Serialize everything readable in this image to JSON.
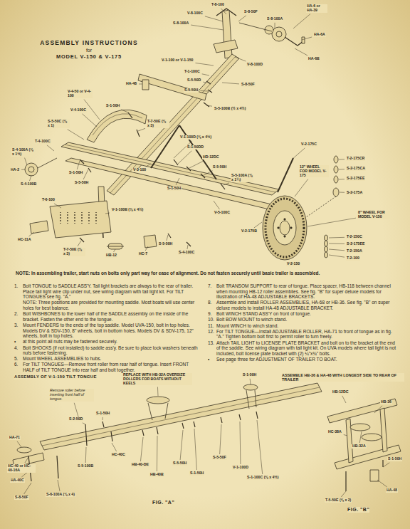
{
  "diagram": {
    "title": "ASSEMBLY INSTRUCTIONS",
    "labels": [
      "for",
      "MODEL V-150 & V-175",
      "NOTE: In assembling trailer, start nuts on bolts only part way for ease of alignment. Do not fasten securely until basic trailer is assembled.",
      "1.",
      "Bolt TONGUE to SADDLE ASS'Y. Tail light brackets are always to the rear of trailer. Place tail light wire clip under nut, see wiring diagram with tail light kit. For TILT TONGUES see fig. \"A.\"",
      "NOTE: Three positions are provided for mounting saddle. Most boats will use center holes for best balance.",
      "2.",
      "Bolt WISHBONES to the lower half of the SADDLE assembly on the inside of the bracket. Fasten the other end to the tongue.",
      "3.",
      "Mount FENDERS to the ends of the top saddle. Model UVA-150, bolt in top holes. Models DV & SDV-150, 8\" wheels, bolt in bottom holes. Models DV & SDV-175, 12\" wheels, bolt in top holes.",
      "•",
      "at this point all nuts may be fastened securely.",
      "4.",
      "Bolt SHOCKS (if not installed) to saddle ass'y. Be sure to place lock washers beneath nuts before fastening.",
      "5.",
      "Mount WHEEL ASSEMBLIES to hubs.",
      "6.",
      "For TILT TONGUES—Remove front roller from rear half of tongue. Insert FRONT HALF of TILT TONGUE into rear half and bolt together.",
      "7.",
      "Bolt TRANSOM SUPPORT to rear of tongue. Place spacer, HB-118 between channel when mounting HB-12 roller assemblies. See fig. \"B\" for super deluxe models for illustration of HA-48 ADJUSTABLE BRACKETS.",
      "8.",
      "Assemble and install ROLLER ASSEMBLIES, HA-68 or HB-36. See fig. \"B\" on super deluxe models to install HA-48 ADJUSTABLE BRACKET.",
      "9.",
      "Bolt WINCH STAND ASS'Y on front of tongue.",
      "10.",
      "Bolt BOW MOUNT to winch stand.",
      "11.",
      "Mount WINCH to winch stand.",
      "12.",
      "For TILT TONGUE—Install ADJUSTABLE ROLLER, HA-71 to front of tongue as in fig. \"A.\" Tighten bottom bolt first to permit roller to turn freely.",
      "13.",
      "Attach TAIL LIGHT to LICENSE PLATE BRACKET and bolt on to the bracket at the end of the saddle. See wiring diagram with tail light kit. On UVA models where tail light is not included, bolt license plate bracket with (2) ¼\"x¾\" bolts.",
      "•",
      "See page three for ADJUSTMENT OF TRAILER TO BOAT.",
      "T-8-100",
      "V-8-100C",
      "S-8-50F",
      "HA-6 or HA-39",
      "S-8-100A",
      "HA-6A",
      "HA-6B",
      "S-8-100A",
      "V-1-100 or V-1-150",
      "T-1-100C",
      "V-8-100D",
      "S-5-50D",
      "S-5-50H",
      "S-8-50F",
      "HA-48",
      "S-5-100B (½ x 4½)",
      "V-4-50 or V-4-100",
      "V-4-100C",
      "S-1-50H",
      "T-7-50E (⅜ x 3)",
      "S-5-50C (⅜ x 1)",
      "T-4-100C",
      "S-4-100A (⅜ x 1½)",
      "HA-2",
      "S-4-100B",
      "S-1-50H",
      "S-5-50H",
      "V-1-100D (⅜ x 4½)",
      "S-1-50DD",
      "HD-12DC",
      "S-5-50H",
      "S-5-100A (⅜ x 1¼)",
      "V-5-100C",
      "V-2-175C",
      "T-2-175CR",
      "S-2-175CA",
      "S-2-175EE",
      "S-2-175A",
      "12\" WHEEL FOR MODEL V-175",
      "8\" WHEEL FOR MODEL V-150",
      "T-2-150C",
      "S-2-175EE",
      "T-2-150A",
      "T-2-100",
      "V-2-150",
      "V-2-175B",
      "S-1-50H",
      "V-1-100B (⅜ x 4½)",
      "V-3-100",
      "T-6-100",
      "HC-11A",
      "T-7-50E (⅜ x 3)",
      "HB-12",
      "HC-7",
      "S-5-50H",
      "S-4-100C",
      "ASSEMBLY OF V-1-150 TILT TONGUE",
      "REPLACE WITH HB-32A OVERSIZE ROLLERS FOR BOATS WITHOUT KEELS",
      "Remove roller before inserting front half of tongue.",
      "HA-71",
      "HC-40 or HC-40-16A",
      "HA-40C",
      "S-8-50F",
      "S-6-100A (⅜ x 4)",
      "S-5-100B",
      "S-1-50H",
      "HC-40C",
      "S-2-50D",
      "S-1-50H",
      "HB-40-DE",
      "HB-40B",
      "S-5-50H",
      "S-1-50H",
      "S-5-50F",
      "V-1-100D",
      "S-1-100C (⅜ x 4½)",
      "FIG. \"A\"",
      "ASSEMBLE HB-36 & HA-48 WITH LONGEST SIDE TO REAR OF TRAILER",
      "HB-12DC",
      "HB-36",
      "HC-38A",
      "HB-32A",
      "S-1-50H",
      "T-5-50E (⅜ x 2)",
      "HA-48",
      "FIG. \"B\""
    ]
  }
}
